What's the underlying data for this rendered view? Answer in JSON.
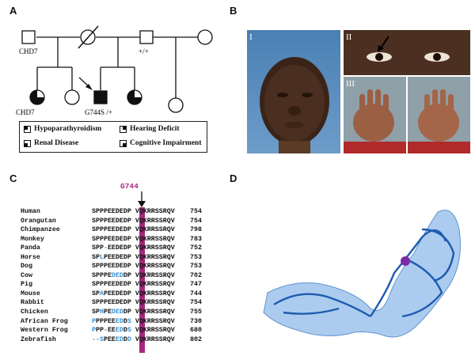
{
  "panels": {
    "a": "A",
    "b": "B",
    "c": "C",
    "d": "D"
  },
  "pedigree": {
    "labels": {
      "grandfather": "CHD7",
      "father": "+/+",
      "sister": "CHD7",
      "proband": "G744S /+"
    }
  },
  "legend": [
    {
      "label": "Hypoparathyroidism",
      "icon": "quadrant-top-left"
    },
    {
      "label": "Hearing Deficit",
      "icon": "quadrant-top-right"
    },
    {
      "label": "Renal Disease",
      "icon": "quadrant-bottom-left"
    },
    {
      "label": "Cognitive Impairment",
      "icon": "quadrant-bottom-right"
    }
  ],
  "photos": {
    "p1": "I",
    "p2": "II",
    "p3": "III"
  },
  "alignment": {
    "marker": "G744",
    "highlight_color": "#a6287e",
    "variant_color": "#3a8fd0",
    "rows": [
      {
        "species": "Human",
        "seq": "SPPPEEDEDPGVQKRRSSRQV",
        "num": "754"
      },
      {
        "species": "Orangutan",
        "seq": "SPPPEEDEDPGVQKRRSSRQV",
        "num": "754"
      },
      {
        "species": "Chimpanzee",
        "seq": "SPPPEEDEDPGVQKRRSSRQV",
        "num": "798"
      },
      {
        "species": "Monkey",
        "seq": "SPPPEEDEDPGVQKRRSSRQV",
        "num": "783"
      },
      {
        "species": "Panda",
        "seq": "SPP-EEDEDPGVQKRRSSRQV",
        "num": "752"
      },
      {
        "species": "Horse",
        "seq": "SPLPEEDEDPGVQKRRSSRQV",
        "num": "753"
      },
      {
        "species": "Dog",
        "seq": "SPPPEEDEDPGVQKRRSSRQV",
        "num": "753"
      },
      {
        "species": "Cow",
        "seq": "SPPPEDEDDPGVQKRRSSRQV",
        "num": "702"
      },
      {
        "species": "Pig",
        "seq": "SPPPEEDEDPGVQKRRSSRQV",
        "num": "747"
      },
      {
        "species": "Mouse",
        "seq": "SPAPEEDEDPGVQKRRSSRQV",
        "num": "744"
      },
      {
        "species": "Rabbit",
        "seq": "SPPPEEDEDPGVQKRRSSRQV",
        "num": "754"
      },
      {
        "species": "Chicken",
        "seq": "SPHPEDEDDPGVQKRRSSRQV",
        "num": "755"
      },
      {
        "species": "African Frog",
        "seq": "PPPPEEEDDSGVQKRRSSRQV",
        "num": "730"
      },
      {
        "species": "Western Frog",
        "seq": "PPP-EEEDDSGVQKRRSSRQV",
        "num": "680"
      },
      {
        "species": "Zebrafish",
        "seq": "--SPEEEDDDGVQKRRSSRQV",
        "num": "802"
      }
    ]
  }
}
